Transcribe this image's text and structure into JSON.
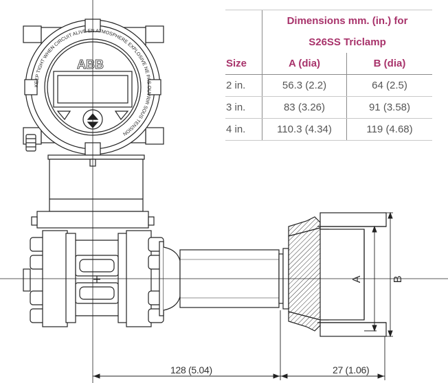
{
  "table": {
    "title_line1": "Dimensions mm. (in.) for",
    "title_line2": "S26SS Triclamp",
    "headers": {
      "size": "Size",
      "a": "A (dia)",
      "b": "B (dia)"
    },
    "rows": [
      {
        "size": "2 in.",
        "a": "56.3 (2.2)",
        "b": "64 (2.5)"
      },
      {
        "size": "3 in.",
        "a": "83 (3.26)",
        "b": "91 (3.58)"
      },
      {
        "size": "4 in.",
        "a": "110.3 (4.34)",
        "b": "119 (4.68)"
      }
    ]
  },
  "drawing": {
    "brand_logo": "ABB",
    "housing_ring_text": "KEEP TIGHT WHEN CIRCUIT ALIVE  EN ATMOSPHERE EXPLOSIVE  NE PAS OUVRIR SOUS TENSION",
    "dimension_128": "128 (5.04)",
    "dimension_27": "27 (1.06)",
    "label_a": "A",
    "label_b": "B"
  },
  "colors": {
    "header_accent": "#a8336b",
    "line": "#222222",
    "text": "#555555"
  }
}
